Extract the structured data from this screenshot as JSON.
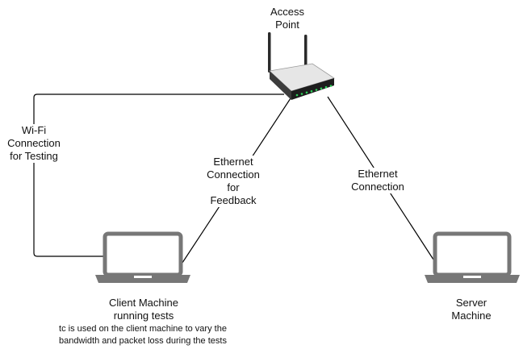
{
  "nodes": {
    "access_point": {
      "line1": "Access",
      "line2": "Point"
    },
    "client": {
      "line1": "Client Machine",
      "line2": "running tests"
    },
    "server": {
      "line1": "Server",
      "line2": "Machine"
    }
  },
  "edges": {
    "wifi": {
      "line1": "Wi-Fi",
      "line2": "Connection",
      "line3": "for Testing"
    },
    "eth_feedback": {
      "line1": "Ethernet",
      "line2": "Connection",
      "line3": "for",
      "line4": "Feedback"
    },
    "eth_server": {
      "line1": "Ethernet",
      "line2": "Connection"
    }
  },
  "note": {
    "line1": "tc is used on the client machine to vary the",
    "line2": "bandwidth and packet loss during the tests"
  },
  "icons": {
    "router": "router-icon",
    "client_laptop": "laptop-icon",
    "server_laptop": "laptop-icon"
  },
  "colors": {
    "line": "#000000",
    "laptop": "#777777",
    "router_body": "#2a2a2a",
    "router_top": "#e6e6e6",
    "led": "#2fd05a"
  }
}
